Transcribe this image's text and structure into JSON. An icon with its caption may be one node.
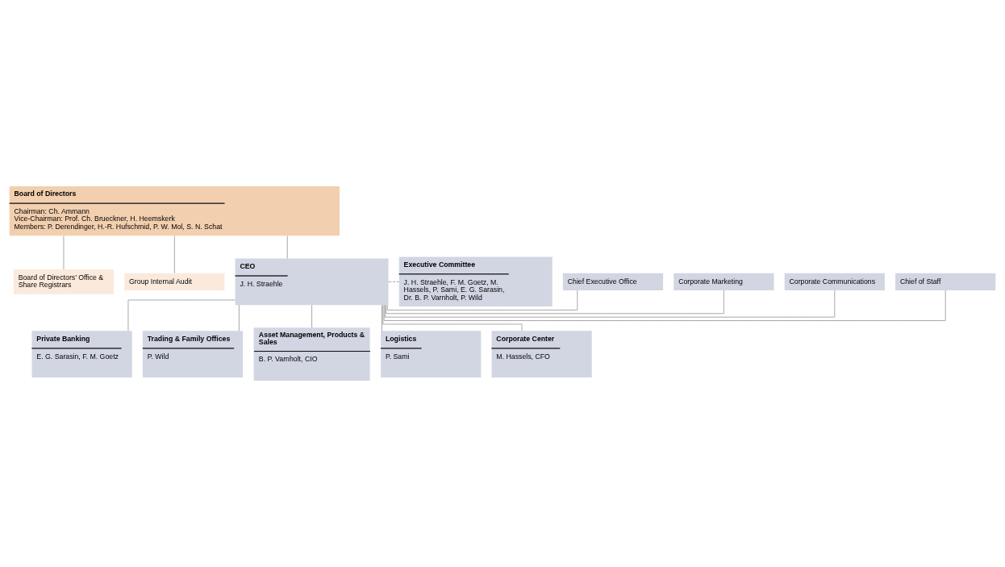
{
  "diagram": {
    "nodes": [
      {
        "text": [
          "Board of Directors",
          "Chairman: Ch. Ammann",
          "Vice-Chairman: Prof. Ch. Brueckner, H. Heemskerk",
          "Members: P. Derendinger, H.-R. Hufschmid, P. W. Mol, S. N. Schat"
        ]
      },
      {
        "text": [
          "Board of Directors’ Office & Share Registrars"
        ]
      },
      {
        "text": [
          "Group Internal Audit"
        ]
      },
      {
        "text": [
          "Chief of Staff"
        ]
      },
      {
        "text": [
          "Corporate Communications"
        ]
      },
      {
        "text": [
          "Corporate Marketing"
        ]
      },
      {
        "text": [
          "Chief Executive Office"
        ]
      },
      {
        "text": [
          "CEO",
          "J. H. Straehle"
        ]
      },
      {
        "text": [
          "Executive Committee",
          "J. H. Straehle, F. M. Goetz, M. Hassels, P. Sami, E. G. Sarasin, Dr. B. P. Varnholt, P. Wild"
        ]
      },
      {
        "text": [
          "Private Banking",
          "E. G. Sarasin, F. M. Goetz"
        ]
      },
      {
        "text": [
          "Trading & Family Offices",
          "P. Wild"
        ]
      },
      {
        "text": [
          "Asset Management, Products & Sales",
          "B. P. Varnholt, CIO"
        ]
      },
      {
        "text": [
          "Logistics",
          "P. Sami"
        ]
      },
      {
        "text": [
          "Corporate Center",
          "M. Hassels, CFO"
        ]
      }
    ],
    "edges": [
      {
        "from": 0,
        "to": 7,
        "arrow": "none"
      },
      {
        "from": 0,
        "to": 1,
        "arrow": "none"
      },
      {
        "from": 0,
        "to": 2,
        "arrow": "none"
      },
      {
        "from": 7,
        "to": 3,
        "arrow": "none"
      },
      {
        "from": 7,
        "to": 4,
        "arrow": "none"
      },
      {
        "from": 7,
        "to": 5,
        "arrow": "none"
      },
      {
        "from": 7,
        "to": 6,
        "arrow": "none"
      },
      {
        "from": 7,
        "to": 8,
        "arrow": "none",
        "style": "dashed"
      },
      {
        "from": 7,
        "to": 9,
        "arrow": "none"
      },
      {
        "from": 7,
        "to": 10,
        "arrow": "none"
      },
      {
        "from": 7,
        "to": 11,
        "arrow": "none"
      },
      {
        "from": 7,
        "to": 12,
        "arrow": "none"
      },
      {
        "from": 7,
        "to": 13,
        "arrow": "none"
      }
    ]
  }
}
